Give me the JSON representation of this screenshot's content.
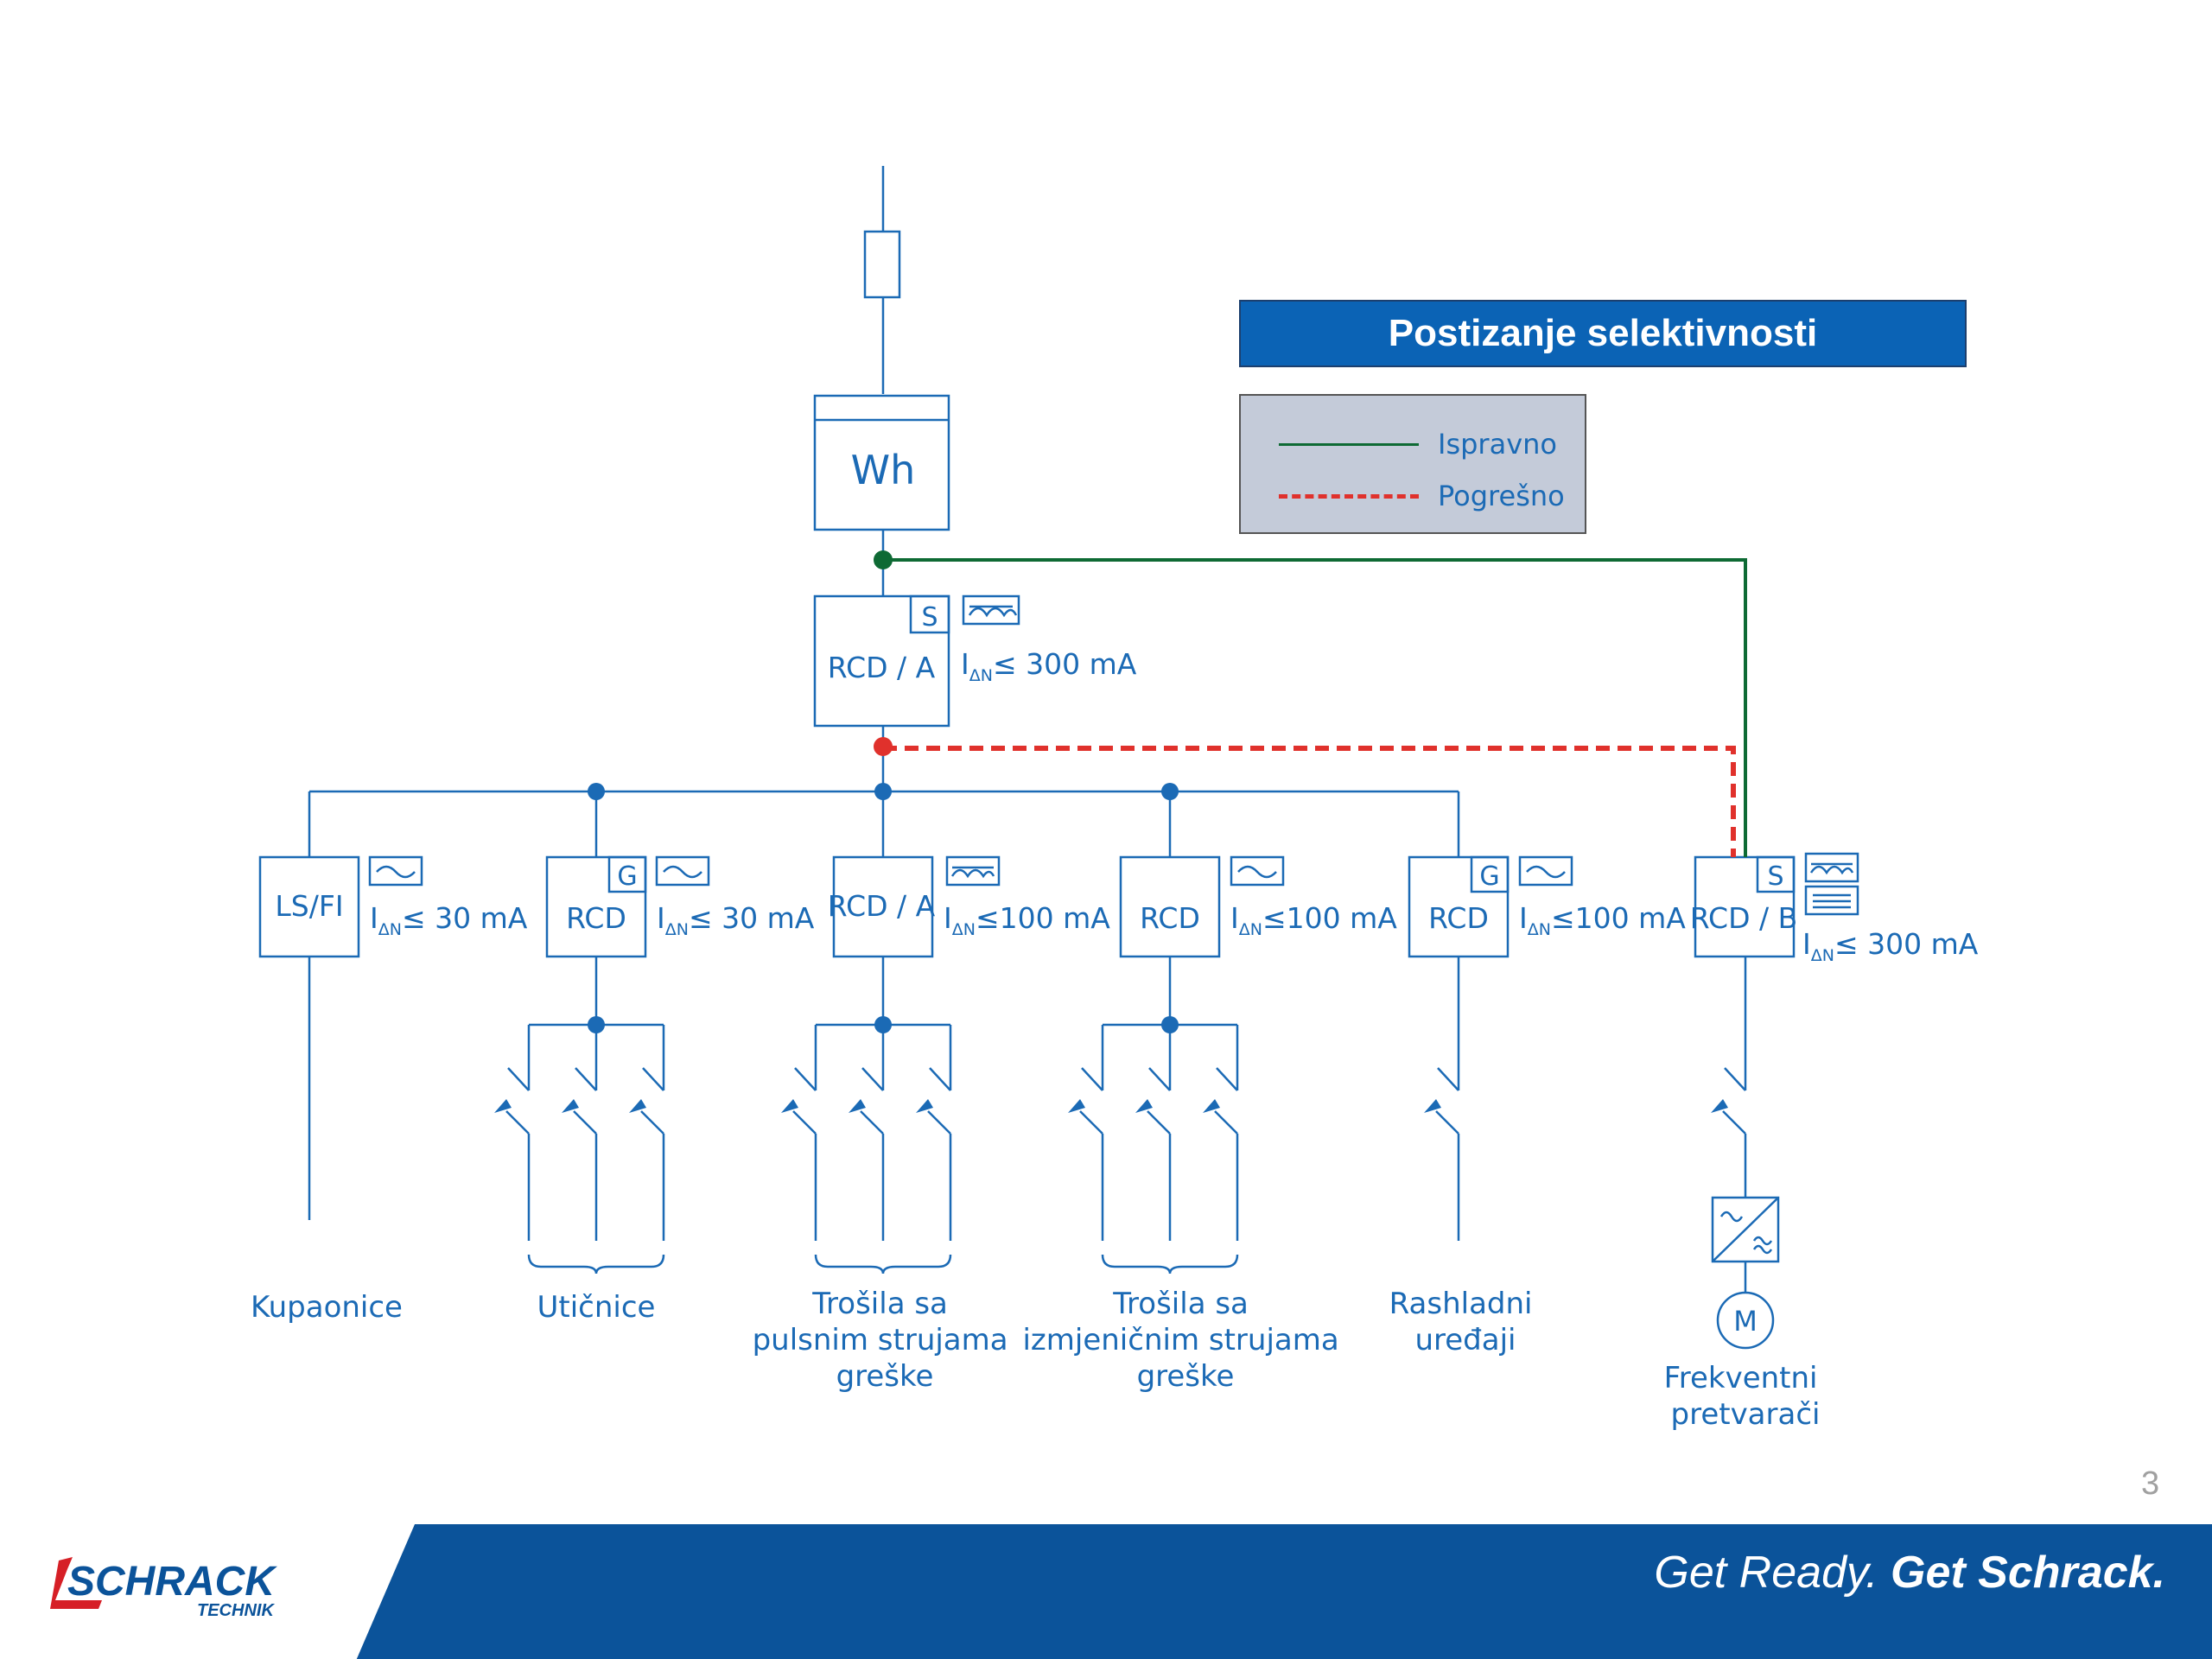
{
  "meter": {
    "label": "Wh"
  },
  "main_rcd": {
    "label": "RCD / A",
    "flag": "S",
    "current_prefix": "I",
    "current_sub": "ΔN",
    "current_value": "≤ 300 mA"
  },
  "branches": [
    {
      "label": "LS/FI",
      "flag": "",
      "current_prefix": "I",
      "current_sub": "ΔN",
      "current_value": "≤ 30 mA",
      "load": [
        "Kupaonice"
      ]
    },
    {
      "label": "RCD",
      "flag": "G",
      "current_prefix": "I",
      "current_sub": "ΔN",
      "current_value": "≤ 30 mA",
      "load": [
        "Utičnice"
      ]
    },
    {
      "label": "RCD / A",
      "flag": "",
      "current_prefix": "I",
      "current_sub": "ΔN",
      "current_value": "≤100 mA",
      "load": [
        "Trošila sa",
        "pulsnim strujama",
        "greške"
      ]
    },
    {
      "label": "RCD",
      "flag": "",
      "current_prefix": "I",
      "current_sub": "ΔN",
      "current_value": "≤100 mA",
      "load": [
        "Trošila sa",
        "izmjeničnim strujama",
        "greške"
      ]
    },
    {
      "label": "RCD",
      "flag": "G",
      "current_prefix": "I",
      "current_sub": "ΔN",
      "current_value": "≤100 mA",
      "load": [
        "Rashladni",
        "uređaji"
      ]
    },
    {
      "label": "RCD / B",
      "flag": "S",
      "current_prefix": "I",
      "current_sub": "ΔN",
      "current_value": "≤ 300 mA",
      "load": [
        "Frekventni",
        "pretvarači"
      ]
    }
  ],
  "motor": {
    "label": "M"
  },
  "title": "Postizanje selektivnosti",
  "legend": {
    "correct": {
      "label": "Ispravno",
      "color": "#0e6a34"
    },
    "wrong": {
      "label": "Pogrešno",
      "color": "#e0312c"
    }
  },
  "page_number": "3",
  "footer": {
    "logo_main": "SCHRACK",
    "logo_sub": "TECHNIK",
    "tagline_light": "Get Ready.",
    "tagline_bold": "Get Schrack."
  },
  "colors": {
    "diagram_blue": "#1b6ab5",
    "footer_blue": "#0b539a",
    "title_blue": "#0b63b5"
  }
}
